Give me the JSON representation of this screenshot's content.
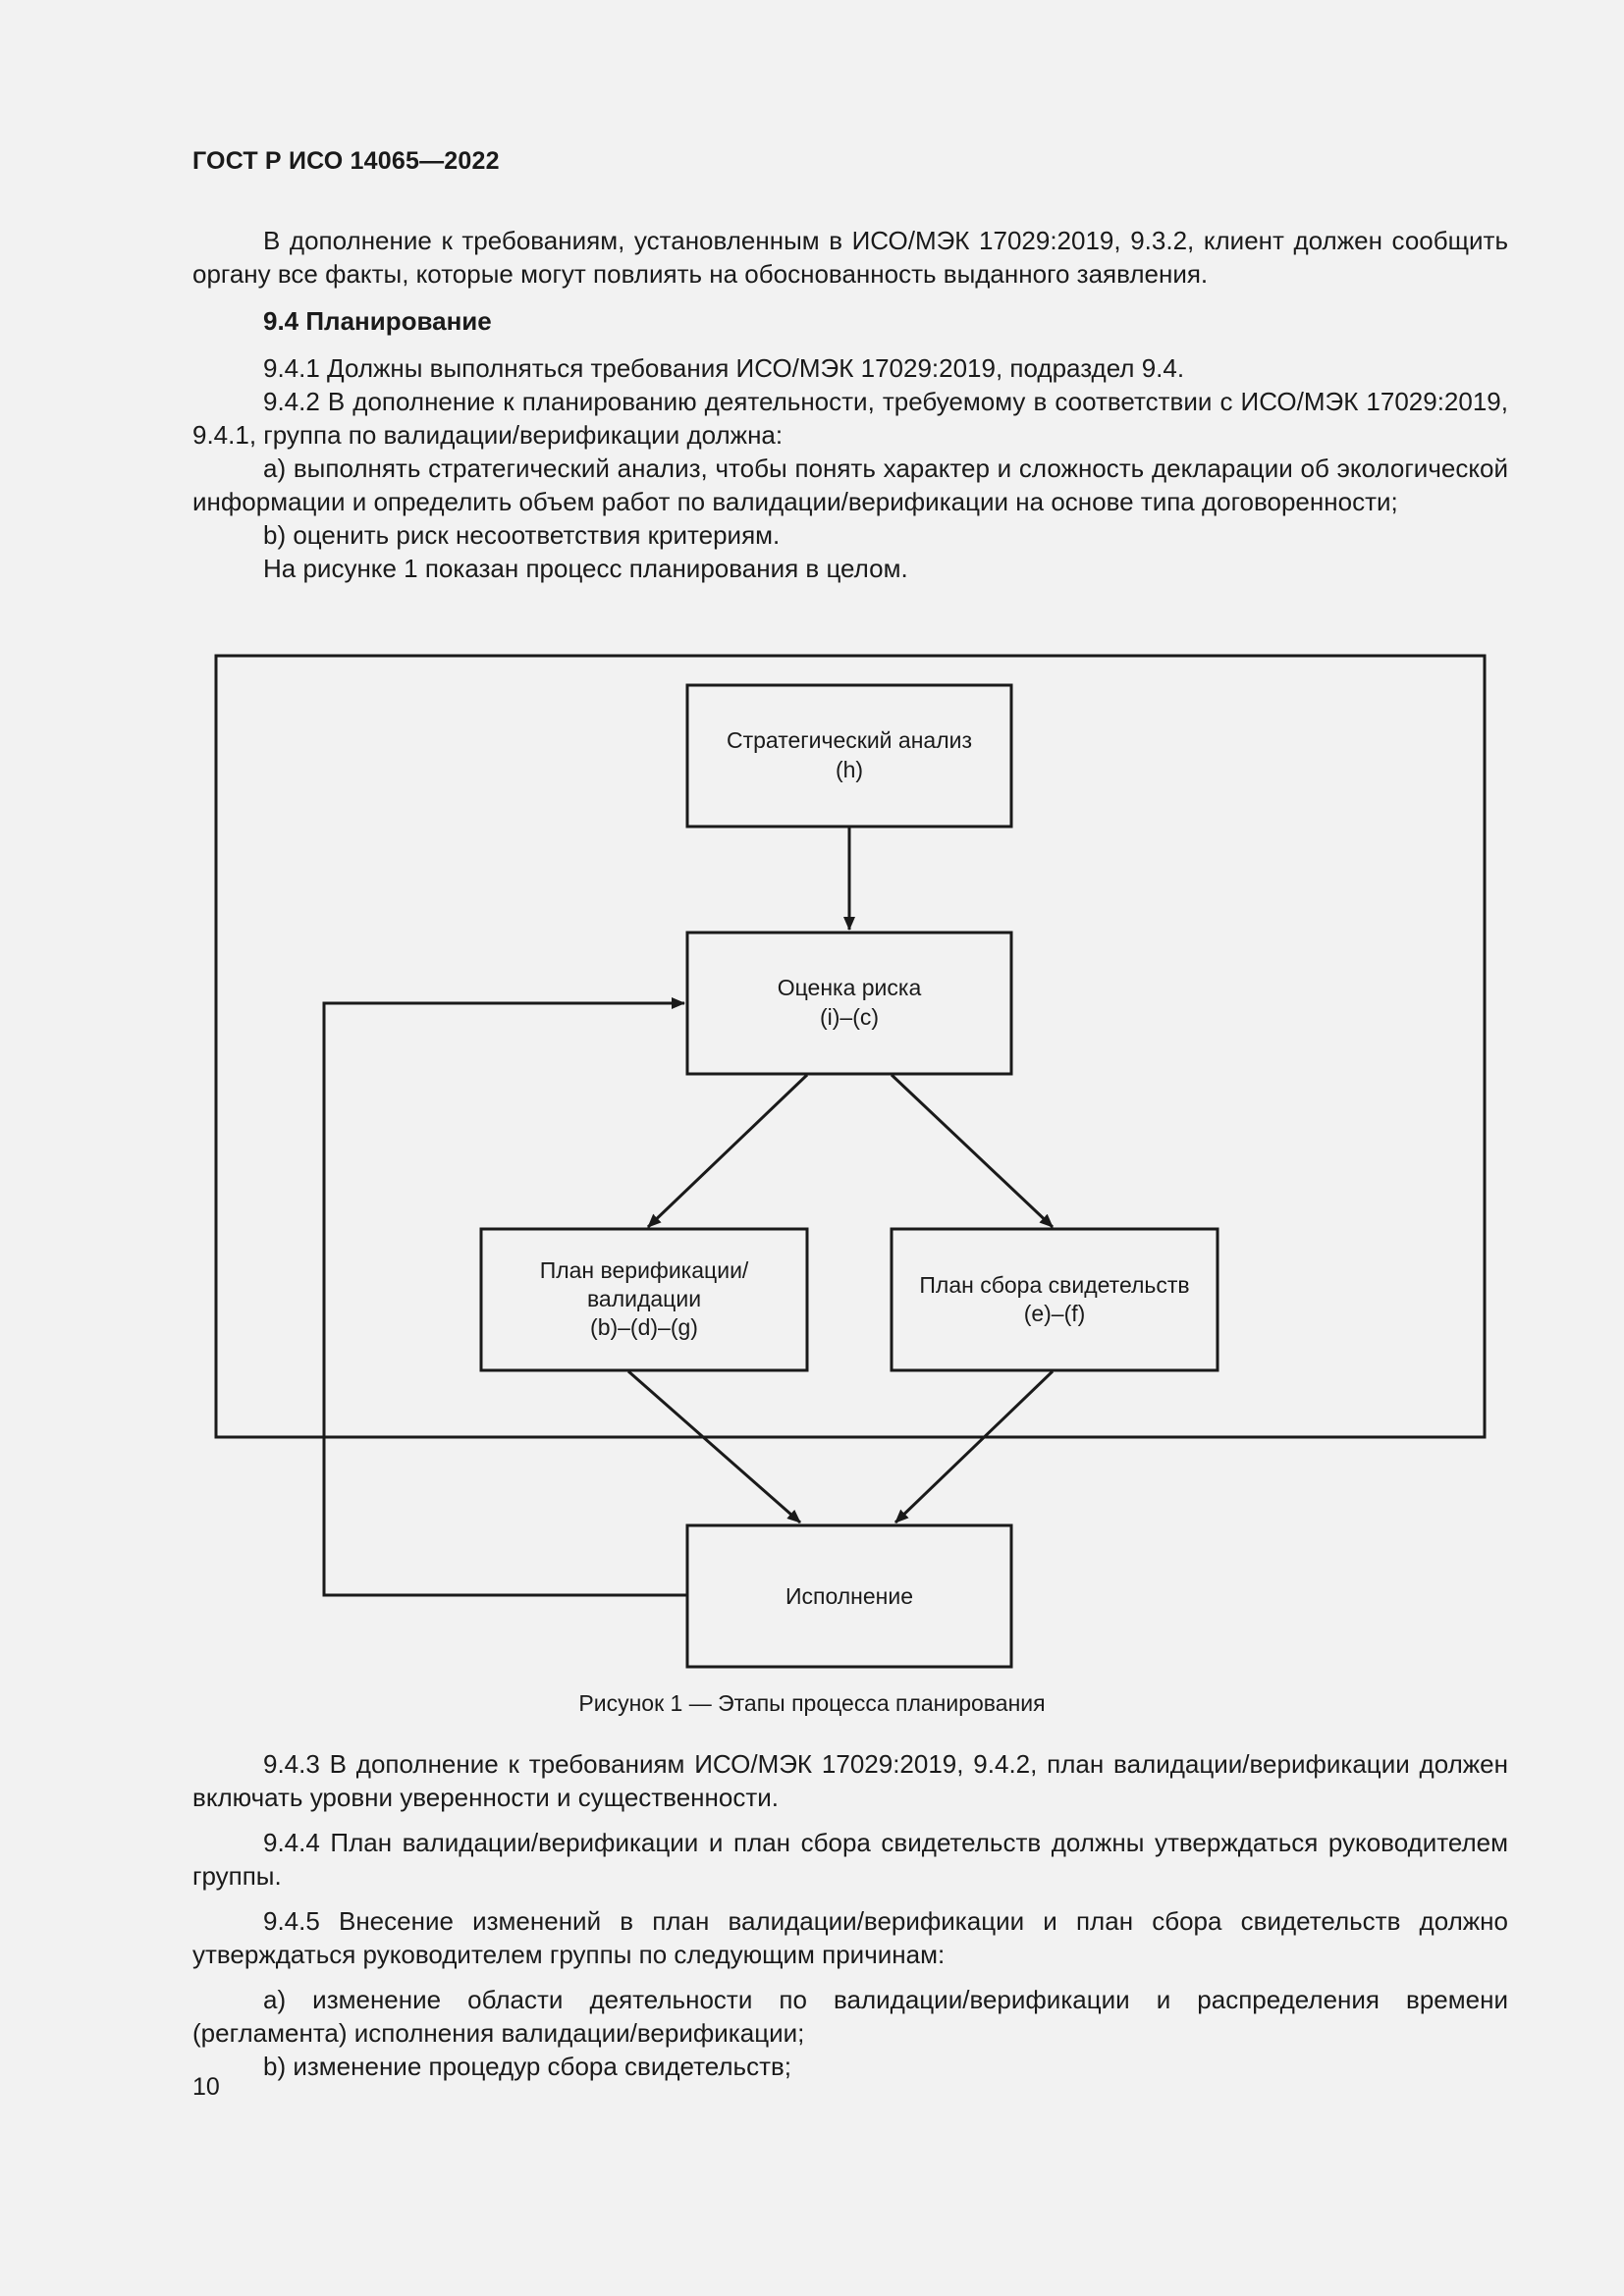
{
  "header": {
    "title": "ГОСТ Р ИСО 14065—2022"
  },
  "top_text": {
    "p1": "В дополнение к требованиям, установленным в ИСО/МЭК 17029:2019, 9.3.2, клиент должен сообщить органу все факты, которые могут повлиять на обоснованность выданного заявления.",
    "section_title": "9.4 Планирование",
    "p2": "9.4.1 Должны выполняться требования ИСО/МЭК 17029:2019, подраздел 9.4.",
    "p3": "9.4.2 В дополнение к планированию деятельности, требуемому в соответствии с ИСО/МЭК 17029:2019, 9.4.1, группа по валидации/верификации должна:",
    "p4": "а) выполнять стратегический анализ, чтобы понять характер и сложность декларации об экологической информации и определить объем работ по валидации/верификации на основе типа договоренности;",
    "p5": "b) оценить риск несоответствия критериям.",
    "p6": "На рисунке 1 показан процесс планирования в целом."
  },
  "diagram": {
    "nodes": {
      "strategic": {
        "line1": "Стратегический анализ",
        "line2": "(h)"
      },
      "risk": {
        "line1": "Оценка риска",
        "line2": "(i)–(c)"
      },
      "plan_verif": {
        "line1": "План верификации/",
        "line2": "валидации",
        "line3": "(b)–(d)–(g)"
      },
      "plan_evidence": {
        "line1": "План сбора свидетельств",
        "line2": "(e)–(f)"
      },
      "execution": {
        "line1": "Исполнение"
      }
    }
  },
  "figure_caption": "Рисунок 1 — Этапы процесса планирования",
  "bottom_text": {
    "p1": "9.4.3 В дополнение к требованиям ИСО/МЭК 17029:2019, 9.4.2, план валидации/верификации должен включать уровни уверенности и существенности.",
    "p2": "9.4.4 План валидации/верификации и план сбора свидетельств должны утверждаться руководителем группы.",
    "p3": "9.4.5 Внесение изменений в план валидации/верификации и план сбора свидетельств должно утверждаться руководителем группы по следующим причинам:",
    "p4": "а) изменение области деятельности по валидации/верификации и распределения времени (регламента) исполнения валидации/верификации;",
    "p5": "b) изменение процедур сбора свидетельств;"
  },
  "page_number": "10"
}
